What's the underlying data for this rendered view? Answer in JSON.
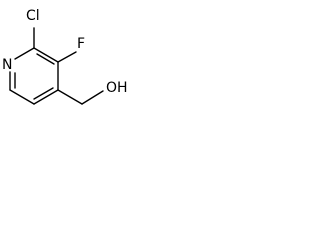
{
  "structure": {
    "atoms": {
      "chlorine": "Cl",
      "fluorine": "F",
      "nitrogen": "N",
      "hydroxyl": "OH"
    }
  }
}
